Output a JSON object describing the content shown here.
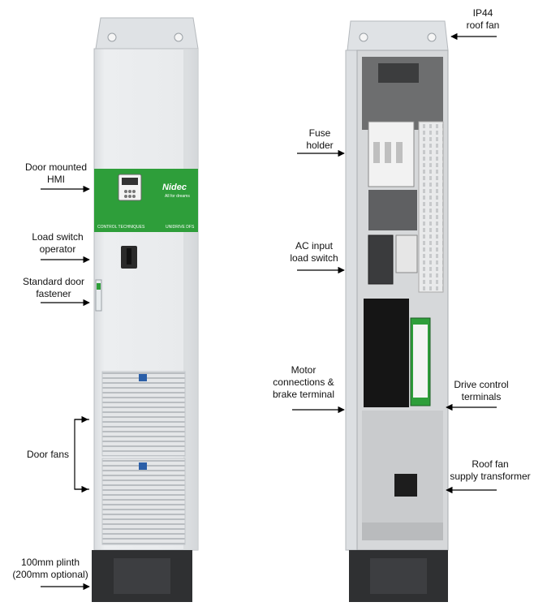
{
  "labels": {
    "door_hmi": {
      "line1": "Door mounted",
      "line2": "HMI"
    },
    "load_switch_op": {
      "line1": "Load switch",
      "line2": "operator"
    },
    "door_fastener": {
      "line1": "Standard door",
      "line2": "fastener"
    },
    "door_fans": {
      "line1": "Door fans"
    },
    "plinth": {
      "line1": "100mm plinth",
      "line2": "(200mm optional)"
    },
    "roof_fan": {
      "line1": "IP44",
      "line2": "roof fan"
    },
    "fuse_holder": {
      "line1": "Fuse",
      "line2": "holder"
    },
    "ac_input": {
      "line1": "AC input",
      "line2": "load switch"
    },
    "motor_conn": {
      "line1": "Motor",
      "line2": "connections &",
      "line3": "brake terminal"
    },
    "drive_control": {
      "line1": "Drive control",
      "line2": "terminals"
    },
    "roof_fan_tx": {
      "line1": "Roof fan",
      "line2": "supply transformer"
    }
  },
  "door_panel": {
    "brand_logo": "Nidec",
    "brand_tagline": "All for dreams",
    "left_caption": "CONTROL TECHNIQUES",
    "right_caption": "UNIDRIVE DFS"
  },
  "colors": {
    "cabinet": "#e6e8ea",
    "green_band": "#2e9e3a",
    "plinth": "#2f3032",
    "arrow": "#000000"
  }
}
